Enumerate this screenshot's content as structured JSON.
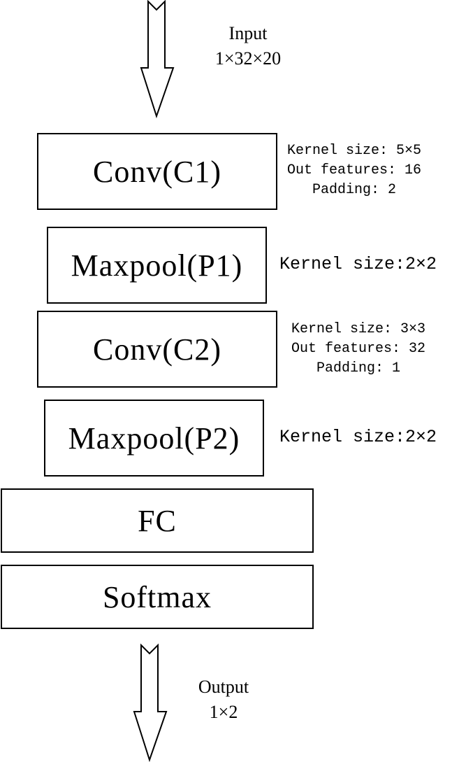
{
  "input": {
    "title": "Input",
    "shape": "1×32×20"
  },
  "output": {
    "title": "Output",
    "shape": "1×2"
  },
  "layers": {
    "c1": "Conv(C1)",
    "p1": "Maxpool(P1)",
    "c2": "Conv(C2)",
    "p2": "Maxpool(P2)",
    "fc": "FC",
    "softmax": "Softmax"
  },
  "notes": {
    "c1": [
      "Kernel size: 5×5",
      "Out features: 16",
      "Padding: 2"
    ],
    "p1": "Kernel size:2×2",
    "c2": [
      "Kernel size: 3×3",
      "Out features: 32",
      "Padding: 1"
    ],
    "p2": "Kernel size:2×2"
  },
  "arrow_icons": {
    "input": "down-arrow-icon",
    "output": "down-arrow-icon"
  }
}
